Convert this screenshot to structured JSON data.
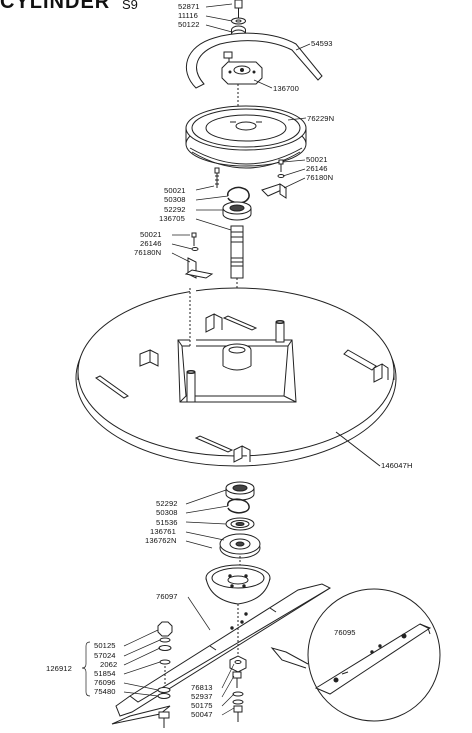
{
  "header": {
    "title": "CYLINDER",
    "subtitle": "S9"
  },
  "parts": {
    "p52871": "52871",
    "p11116": "11116",
    "p50122": "50122",
    "p54593": "54593",
    "p136700": "136700",
    "p76229N": "76229N",
    "p50021_r": "50021",
    "p26146_r": "26146",
    "p76180N_r": "76180N",
    "p50021_c": "50021",
    "p50308_a": "50308",
    "p52292_a": "52292",
    "p136705": "136705",
    "p50021_l": "50021",
    "p26146_l": "26146",
    "p76180N_l": "76180N",
    "p146047H": "146047H",
    "p52292_b": "52292",
    "p50308_b": "50308",
    "p51536": "51536",
    "p136761": "136761",
    "p136762N": "136762N",
    "p76097": "76097",
    "p76095": "76095",
    "p50125": "50125",
    "p57024": "57024",
    "p2062": "2062",
    "p51854": "51854",
    "p76096": "76096",
    "p75480": "75480",
    "p126912": "126912",
    "p76813": "76813",
    "p52937": "52937",
    "p50175": "50175",
    "p50047": "50047"
  }
}
